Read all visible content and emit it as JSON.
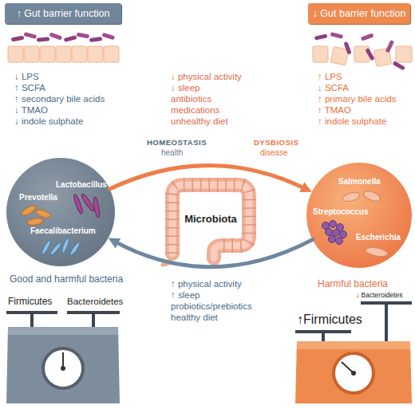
{
  "diagram": {
    "nodes": [
      {
        "text": [
          "↑ Gut barrier function"
        ]
      },
      {
        "text": [
          "↓ Gut barrier function"
        ]
      },
      {
        "text": [
          "Prevotella",
          "Lactobacillus",
          "Faecalibacterium",
          "Good and harmful bacteria"
        ]
      },
      {
        "text": [
          "Microbiota"
        ]
      },
      {
        "text": [
          "Salmonella",
          "Streptococcus",
          "Escherichia",
          "Harmful bacteria"
        ]
      },
      {
        "text": [
          "Firmicutes",
          "Bacteroidetes"
        ]
      },
      {
        "text": [
          "↑Firmicutes",
          "↓ Bacteroidetes"
        ]
      }
    ],
    "edges": [
      {
        "from": 2,
        "to": 4,
        "arrow": "to"
      },
      {
        "from": 4,
        "to": 2,
        "arrow": "to"
      }
    ],
    "labels": [
      "↓ LPS",
      "↑ SCFA",
      "↑ secondary bile acids",
      "↓ TMAO",
      "↓ indole sulphate",
      "↓ physical activity",
      "↓ sleep",
      "antibiotics",
      "medications",
      "unhealthy diet",
      "↑ LPS",
      "↓ SCFA",
      "↑ primary bile acids",
      "↑ TMAO",
      "↑ indole sulphate",
      "HOMEOSTASIS",
      "health",
      "DYSBIOSIS",
      "disease",
      "↑ physical activity",
      "↑ sleep",
      "probiotics/prebiotics",
      "healthy diet"
    ]
  }
}
